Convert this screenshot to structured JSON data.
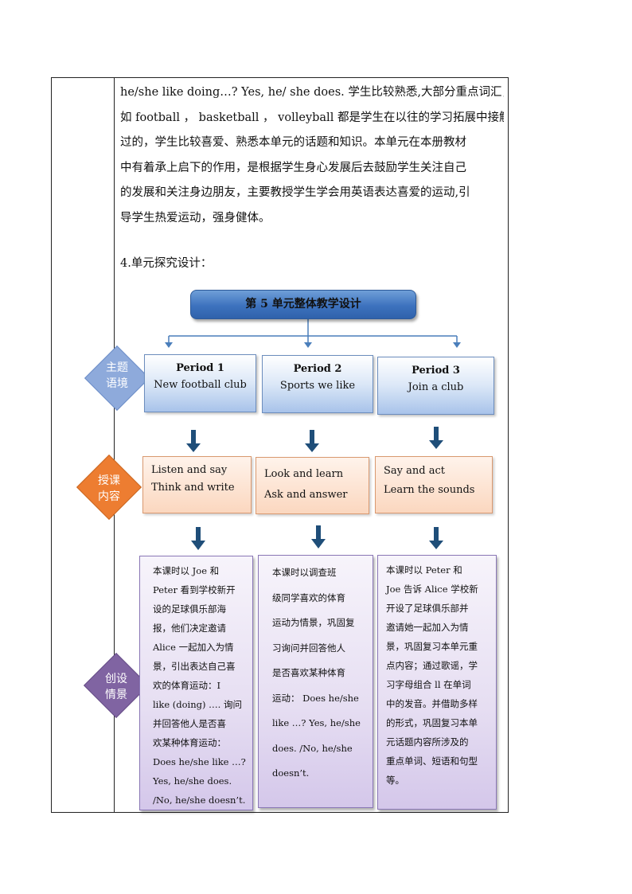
{
  "paragraph": {
    "lines": [
      "he/she like doing…? Yes, he/ she does. 学生比较熟悉,大部分重点词汇，",
      "如 football ， basketball ， volleyball  都是学生在以往的学习拓展中接触",
      "过的，学生比较喜爱、熟悉本单元的话题和知识。本单元在本册教材",
      "中有着承上启下的作用，是根据学生身心发展后去鼓励学生关注自己",
      "的发展和关注身边朋友，主要教授学生学会用英语表达喜爱的运动,引",
      "导学生热爱运动，强身健体。"
    ]
  },
  "section_heading": "4.单元探究设计：",
  "diagram": {
    "title": "第 5 单元整体教学设计",
    "row_labels": {
      "theme": [
        "主题",
        "语境"
      ],
      "content": [
        "授课",
        "内容"
      ],
      "scene": [
        "创设",
        "情景"
      ]
    },
    "periods": [
      {
        "title": "Period 1",
        "name": "New football  club"
      },
      {
        "title": "Period 2",
        "name": "Sports we like"
      },
      {
        "title": "Period 3",
        "name": "Join a club"
      }
    ],
    "lessons": [
      [
        "Listen and say",
        "Think and write"
      ],
      [
        "Look and learn",
        "Ask and answer"
      ],
      [
        "Say and act",
        "Learn the sounds"
      ]
    ],
    "scenes": [
      [
        "      本课时以 Joe 和",
        "Peter 看到学校新开",
        "设的足球俱乐部海",
        "报，他们决定邀请",
        "Alice  一起加入为情",
        "景，引出表达自己喜",
        "欢的体育运动：I",
        "like (doing) ….   询问",
        "并回答他人是否喜",
        "欢某种体育运动：",
        "Does he/she like …?",
        "Yes, he/she does.",
        "/No, he/she doesn’t."
      ],
      [
        "     本课时以调查班",
        "级同学喜欢的体育",
        "运动为情景，巩固复",
        "习询问并回答他人",
        "是否喜欢某种体育",
        "运动：  Does he/she",
        "like  …? Yes, he/she",
        "does. /No, he/she",
        "doesn’t."
      ],
      [
        "      本课时以 Peter 和",
        "Joe 告诉 Alice 学校新",
        "开设了足球俱乐部并",
        "邀请她一起加入为情",
        "景，巩固复习本单元重",
        "点内容；通过歌谣，学",
        "习字母组合 ll 在单词",
        "中的发音。并借助多样",
        "的形式，巩固复习本单",
        "元话题内容所涉及的",
        "重点单词、短语和句型",
        "等。"
      ]
    ],
    "colors": {
      "theme_diamond": "#8eaadb",
      "content_diamond": "#ed7d31",
      "scene_diamond": "#8064a2",
      "title_box": "#3d72be",
      "arrow": "#1f4e79"
    }
  }
}
